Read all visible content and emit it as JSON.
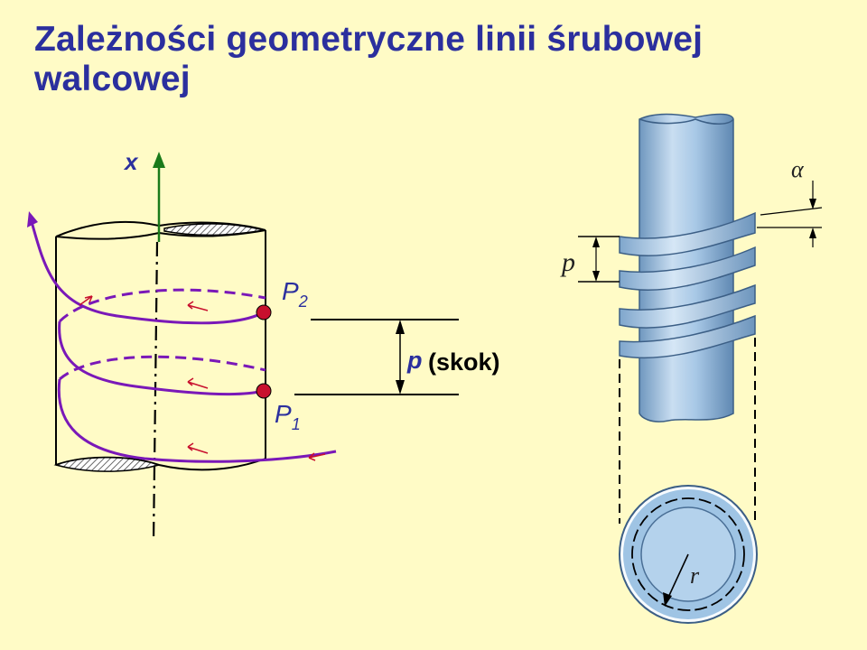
{
  "slide": {
    "title": "Zależności geometryczne linii śrubowej walcowej"
  },
  "left_figure": {
    "axis_label": "x",
    "point_upper": {
      "letter": "P",
      "subscript": "2"
    },
    "point_lower": {
      "letter": "P",
      "subscript": "1"
    },
    "pitch_symbol": "p",
    "pitch_note": "(skok)",
    "helix_color": "#7a18b8",
    "arrow_color": "#c8102e",
    "axis_color": "#1a7a1a",
    "point_color": "#c8102e"
  },
  "right_figure": {
    "pitch_label": "p",
    "angle_label": "α",
    "radius_label": "r",
    "cylinder_color": "#9fc4e4"
  }
}
